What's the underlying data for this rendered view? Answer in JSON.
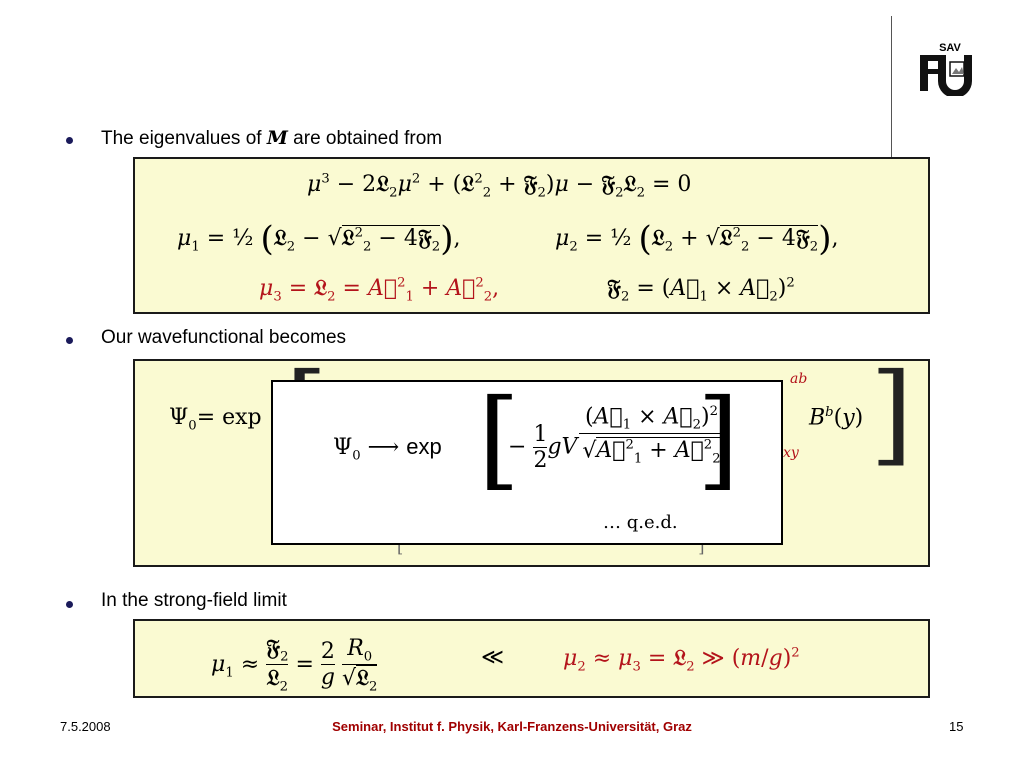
{
  "bullets": [
    {
      "prefix": "The eigenvalues of ",
      "symbol": "M",
      "suffix": " are obtained from"
    },
    {
      "text": "Our wavefunctional becomes"
    },
    {
      "text": "In the strong-field limit"
    }
  ],
  "popup": {
    "qed": "… q.e.d."
  },
  "footer": {
    "date": "7.5.2008",
    "title": "Seminar, Institut f. Physik, Karl-Franzens-Universität, Graz",
    "page": "15"
  },
  "logo": {
    "label": "SAV"
  },
  "colors": {
    "box_bg": "#fafad2",
    "accent_red": "#b3131b",
    "footer_red": "#a00000",
    "bullet": "#1a1a5a"
  }
}
